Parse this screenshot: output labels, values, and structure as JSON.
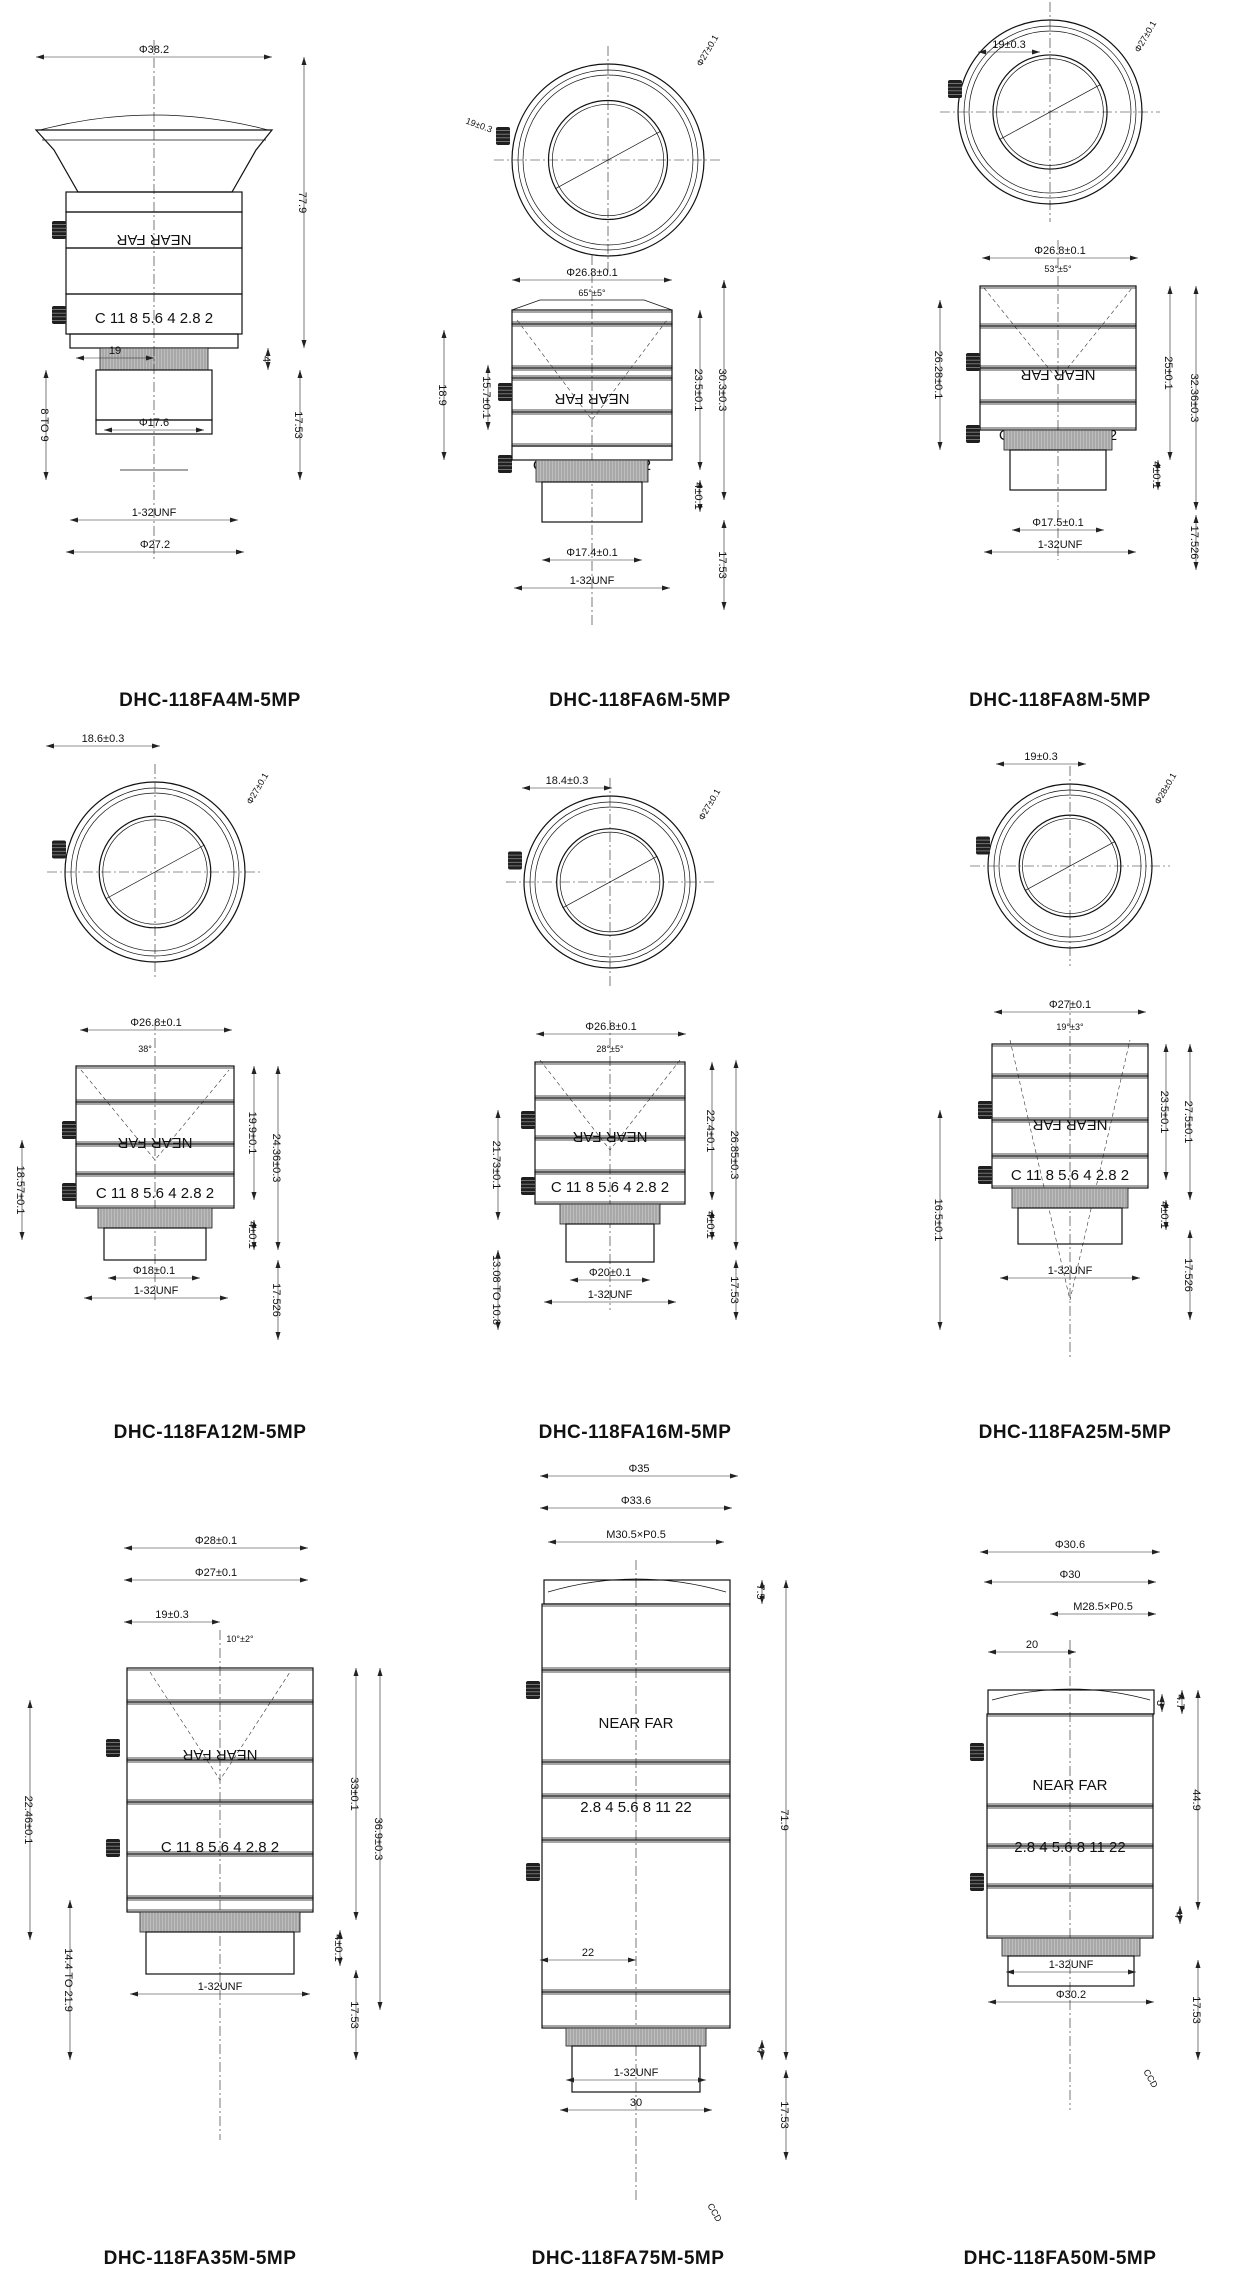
{
  "lenses": [
    {
      "model": "DHC-118FA4M-5MP",
      "dims": [
        "Φ38.2",
        "77.9",
        "Φ17.6",
        "17.53",
        "8 TO 9",
        "4",
        "19",
        "1-32UNF",
        "Φ27.2"
      ],
      "scale": [
        "NEAR",
        "FAR",
        "C 11 8 5.6 4 2.8 2"
      ]
    },
    {
      "model": "DHC-118FA6M-5MP",
      "dims": [
        "Φ27±0.1",
        "19±0.3",
        "Φ26.8±0.1",
        "65°±5°",
        "30.3±0.3",
        "23.5±0.1",
        "18.9",
        "Φ17.4±0.1",
        "1-32UNF",
        "17.53",
        "4±0.1",
        "15.7±0.1"
      ],
      "scale": [
        "NEAR",
        "FAR",
        "C 11 8 5.6 4 2.8 2"
      ]
    },
    {
      "model": "DHC-118FA8M-5MP",
      "dims": [
        "Φ27±0.1",
        "19±0.3",
        "Φ26.8±0.1",
        "53°±5°",
        "32.36±0.3",
        "25±0.1",
        "26.28±0.1",
        "Φ17.5±0.1",
        "1-32UNF",
        "17.526",
        "4±0.1"
      ],
      "scale": [
        "NEAR",
        "FAR",
        "C 11 8 5.6 4 2.8 2"
      ]
    },
    {
      "model": "DHC-118FA12M-5MP",
      "dims": [
        "18.6±0.3",
        "Φ27±0.1",
        "Φ26.8±0.1",
        "38°",
        "24.36±0.3",
        "19.9±0.1",
        "18.57±0.1",
        "Φ18±0.1",
        "1-32UNF",
        "17.526",
        "4±0.1"
      ],
      "scale": [
        "NEAR",
        "FAR",
        "C 11 8 5.6 4 2.8 2"
      ]
    },
    {
      "model": "DHC-118FA16M-5MP",
      "dims": [
        "18.4±0.3",
        "Φ27±0.1",
        "Φ26.8±0.1",
        "28°±5°",
        "26.85±0.3",
        "22.4±0.1",
        "21.73±0.1",
        "Φ20±0.1",
        "1-32UNF",
        "13.08 TO 10.8",
        "17.53",
        "4±0.1"
      ],
      "scale": [
        "NEAR",
        "FAR",
        "C 11 8 5.6 4 2.8 2"
      ]
    },
    {
      "model": "DHC-118FA25M-5MP",
      "dims": [
        "19±0.3",
        "Φ28±0.1",
        "Φ27±0.1",
        "19°±3°",
        "27.5±0.1",
        "23.5±0.1",
        "16.5±0.1",
        "1-32UNF",
        "17.526",
        "4±0.1"
      ],
      "scale": [
        "NEAR",
        "FAR",
        "C 11 8 5.6 4 2.8 2"
      ]
    },
    {
      "model": "DHC-118FA35M-5MP",
      "dims": [
        "Φ28±0.1",
        "Φ27±0.1",
        "19±0.3",
        "10°±2°",
        "36.9±0.3",
        "33±0.1",
        "22.46±0.1",
        "14.4 TO 21.9",
        "1-32UNF",
        "17.53",
        "4±0.1"
      ],
      "scale": [
        "NEAR",
        "FAR",
        "C 11 8 5.6 4 2.8 2"
      ]
    },
    {
      "model": "DHC-118FA75M-5MP",
      "dims": [
        "Φ35",
        "Φ33.6",
        "M30.5×P0.5",
        "7.5",
        "71.9",
        "22",
        "4",
        "17.53",
        "1-32UNF",
        "30",
        "CCD"
      ],
      "scale": [
        "NEAR",
        "FAR",
        "2.8 4 5.6 8 11 22"
      ]
    },
    {
      "model": "DHC-118FA50M-5MP",
      "dims": [
        "Φ30.6",
        "Φ30",
        "M28.5×P0.5",
        "20",
        "4.7",
        "3",
        "44.9",
        "4",
        "17.53",
        "1-32UNF",
        "Φ30.2",
        "CCD"
      ],
      "scale": [
        "NEAR",
        "FAR",
        "2.8 4 5.6 8 11 22"
      ]
    }
  ]
}
